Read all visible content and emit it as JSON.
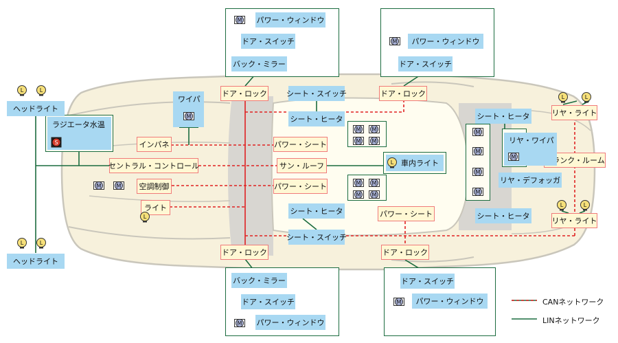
{
  "legend": {
    "can_label": "CANネットワーク",
    "lin_label": "LINネットワーク",
    "can_color": "#e02020",
    "lin_color": "#1a6b3e"
  },
  "colors": {
    "ecu_fill": "#a8d8f2",
    "can_node_fill": "#fff8d4",
    "can_node_border": "#f07a7a",
    "car_body": "#f7f1dc",
    "car_outline": "#c9c6bb",
    "floor_gray": "#d8d6d1"
  },
  "nodes": {
    "door_lock_fl": "ドア・ロック",
    "door_lock_fr": "ドア・ロック",
    "door_lock_rl": "ドア・ロック",
    "door_lock_rr": "ドア・ロック",
    "instrument_panel": "インパネ",
    "central_control": "セントラル・コントロール",
    "air_conditioner": "空調制御",
    "light": "ライト",
    "power_seat_front": "パワー・シート",
    "power_seat_mid": "パワー・シート",
    "power_seat_rear": "パワー・シート",
    "sunroof": "サン・ルーフ",
    "rear_light_top": "リヤ・ライト",
    "rear_light_bottom": "リヤ・ライト",
    "trunk_room": "トランク・ルーム"
  },
  "lin": {
    "door_fl": {
      "power_window": "パワー・ウィンドウ",
      "door_switch": "ドア・スイッチ",
      "back_mirror": "バック・ミラー"
    },
    "door_fr": {
      "power_window": "パワー・ウィンドウ",
      "door_switch": "ドア・スイッチ"
    },
    "door_rl": {
      "back_mirror": "バック・ミラー",
      "door_switch": "ドア・スイッチ",
      "power_window": "パワー・ウィンドウ"
    },
    "door_rr": {
      "door_switch": "ドア・スイッチ",
      "power_window": "パワー・ウィンドウ"
    },
    "headlight_top": "ヘッドライト",
    "headlight_bottom": "ヘッドライト",
    "radiator": "ラジエータ水温",
    "wiper": "ワイパ",
    "seat_switch_top": "シート・スイッチ",
    "seat_heater_top": "シート・ヒータ",
    "seat_heater_mid": "シート・ヒータ",
    "seat_switch_bottom": "シート・スイッチ",
    "room_light": "車内ライト",
    "rear_seat_heater_top": "シート・ヒータ",
    "rear_seat_heater_bottom": "シート・ヒータ",
    "rear_wiper": "リヤ・ワイパ",
    "rear_defogger": "リヤ・デフォッガ"
  },
  "icons": {
    "motor_letter": "M",
    "lamp_letter": "L",
    "sensor_letter": "S"
  }
}
